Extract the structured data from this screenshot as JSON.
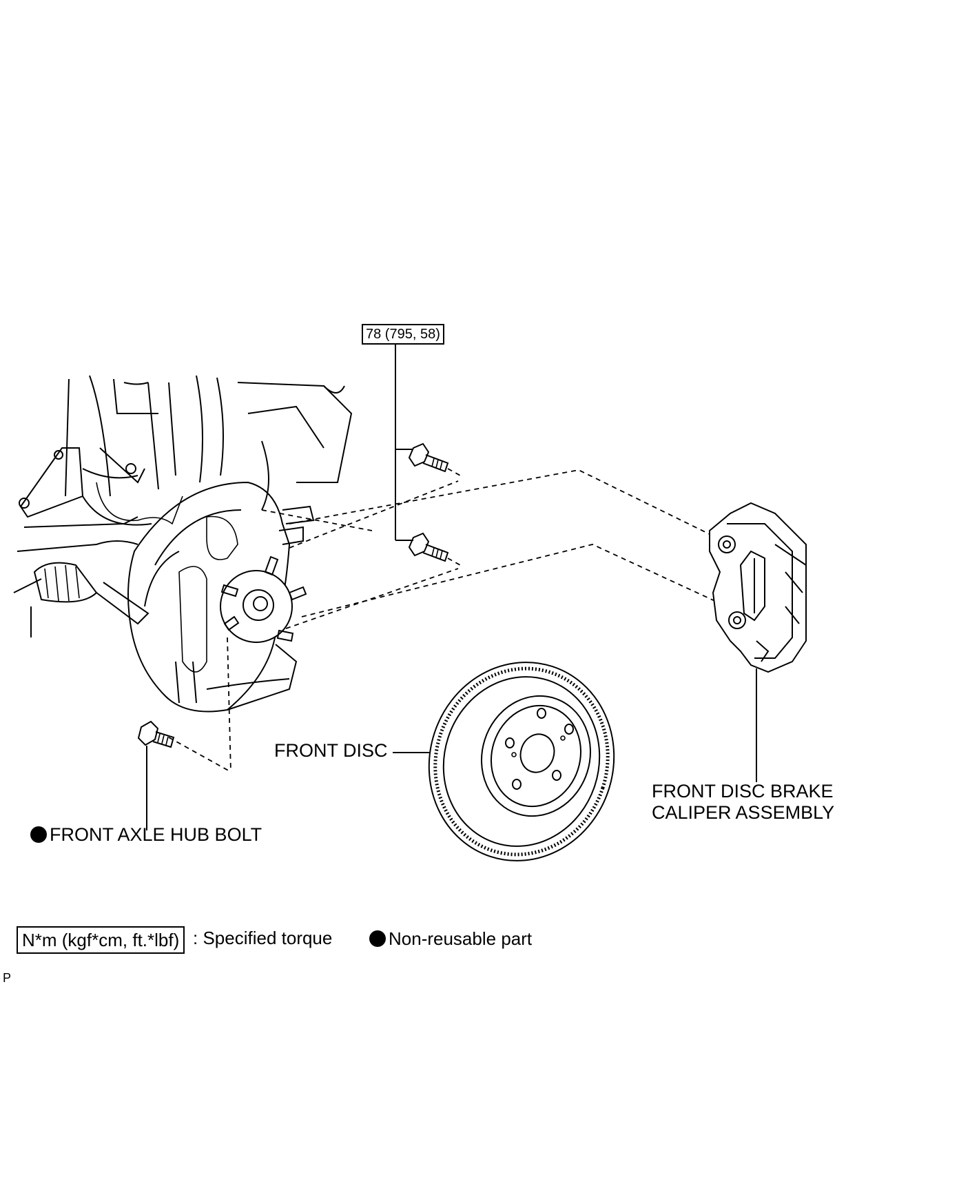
{
  "torque_callout": "78 (795, 58)",
  "labels": {
    "front_disc": "FRONT DISC",
    "caliper_line1": "FRONT DISC BRAKE",
    "caliper_line2": "CALIPER ASSEMBLY",
    "hub_bolt": "FRONT AXLE HUB BOLT"
  },
  "legend": {
    "torque_unit": "N*m (kgf*cm, ft.*lbf)",
    "torque_desc": ": Specified torque",
    "nonreusable_desc": "Non-reusable part"
  },
  "corner_mark": "P"
}
